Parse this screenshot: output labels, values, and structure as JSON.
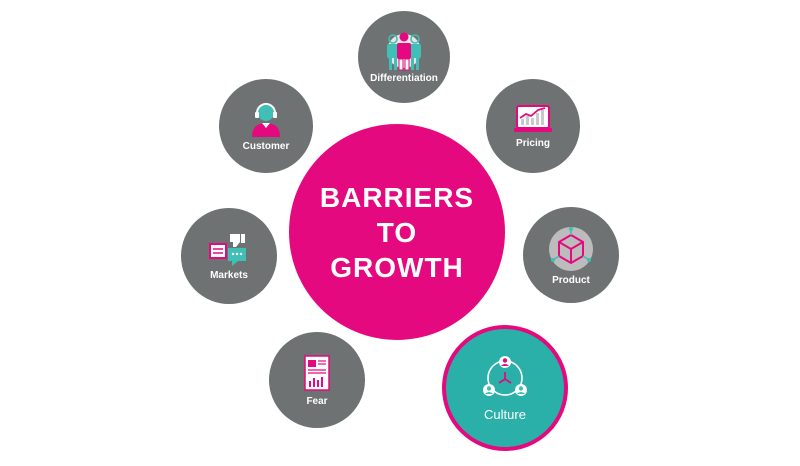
{
  "hub": {
    "lines": [
      "BARRIERS",
      "TO",
      "GROWTH"
    ]
  },
  "nodes": {
    "differentiation": {
      "label": "Differentiation",
      "icon": "team-people-icon"
    },
    "customer": {
      "label": "Customer",
      "icon": "customer-service-headset-icon"
    },
    "pricing": {
      "label": "Pricing",
      "icon": "laptop-growth-chart-icon"
    },
    "markets": {
      "label": "Markets",
      "icon": "thumbs-down-chat-icon"
    },
    "product": {
      "label": "Product",
      "icon": "cube-network-icon"
    },
    "fear": {
      "label": "Fear",
      "icon": "report-document-icon"
    },
    "culture": {
      "label": "Culture",
      "icon": "people-network-icon"
    }
  },
  "colors": {
    "accent": "#e5097f",
    "node": "#6e7273",
    "active": "#2ab0a8",
    "teal": "#3fbfb5"
  }
}
